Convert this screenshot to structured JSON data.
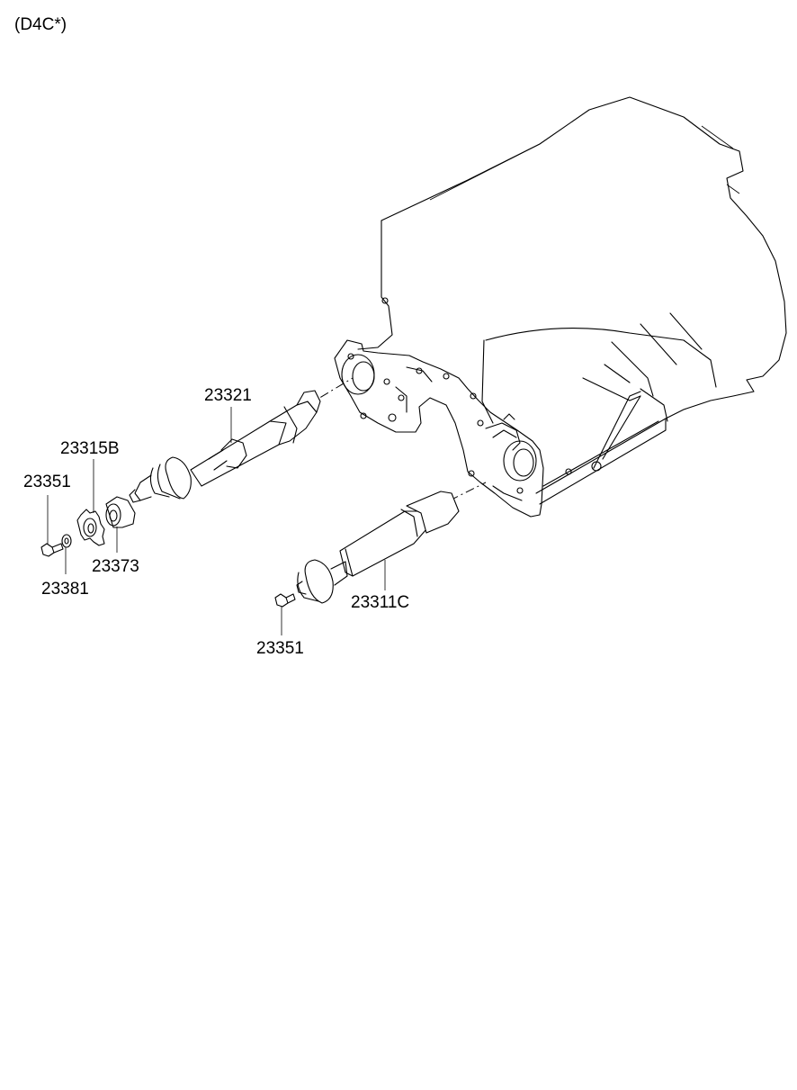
{
  "header": {
    "model_code": "(D4C*)"
  },
  "callouts": [
    {
      "id": "23321",
      "label": "23321"
    },
    {
      "id": "23315B",
      "label": "23315B"
    },
    {
      "id": "23351a",
      "label": "23351"
    },
    {
      "id": "23373",
      "label": "23373"
    },
    {
      "id": "23381",
      "label": "23381"
    },
    {
      "id": "23311C",
      "label": "23311C"
    },
    {
      "id": "23351b",
      "label": "23351"
    }
  ]
}
